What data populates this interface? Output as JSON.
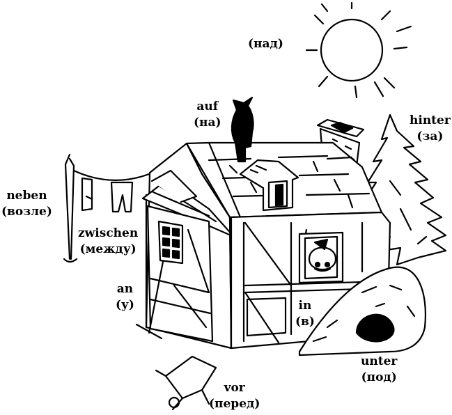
{
  "labels": {
    "nad": {
      "de": "",
      "ru": "(над)"
    },
    "auf": {
      "de": "auf",
      "ru": "(на)"
    },
    "hinter": {
      "de": "hinter",
      "ru": "(за)"
    },
    "neben": {
      "de": "neben",
      "ru": "(возле)"
    },
    "zwischen": {
      "de": "zwischen",
      "ru": "(между)"
    },
    "an": {
      "de": "an",
      "ru": "(у)"
    },
    "in": {
      "de": "in",
      "ru": "(в)"
    },
    "unter": {
      "de": "unter",
      "ru": "(под)"
    },
    "vor": {
      "de": "vor",
      "ru": "(перед)"
    }
  },
  "colors": {
    "ink": "#000000",
    "paper": "#ffffff"
  }
}
